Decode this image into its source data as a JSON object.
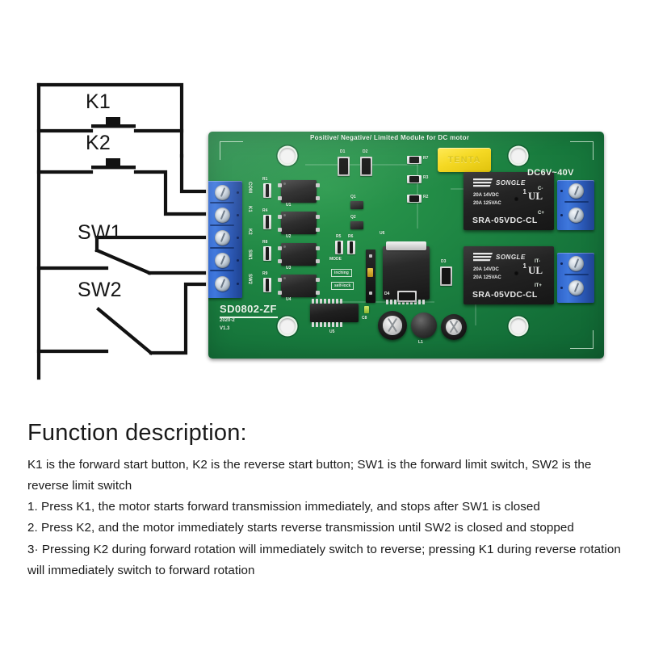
{
  "diagram": {
    "labels": [
      {
        "id": "k1",
        "text": "K1"
      },
      {
        "id": "k2",
        "text": "K2"
      },
      {
        "id": "sw1",
        "text": "SW1"
      },
      {
        "id": "sw2",
        "text": "SW2"
      }
    ]
  },
  "board": {
    "top_silk": "Positive/ Negative/ Limited  Module  for DC motor",
    "part_number": "SD0802-ZF",
    "date_code": "2020-2",
    "version": "V1.3",
    "input_label": "DC6V~40V",
    "left_terminals": [
      "COM",
      "K1",
      "K2",
      "SW1",
      "SW2"
    ],
    "right_terminals_top": [
      "C-",
      "C+"
    ],
    "right_terminals_bottom": [
      "IT-",
      "IT+"
    ],
    "mode": {
      "title": "MODE",
      "option_top": "inching",
      "option_bottom": "self-lock"
    },
    "relays": [
      {
        "brand": "SONGLE",
        "spec1": "20A 14VDC",
        "spec2": "20A 125VAC",
        "part": "SRA-05VDC-CL",
        "ul": "UL",
        "num": "1"
      },
      {
        "brand": "SONGLE",
        "spec1": "20A 14VDC",
        "spec2": "20A 125VAC",
        "part": "SRA-05VDC-CL",
        "ul": "UL",
        "num": "1"
      }
    ],
    "fuse_text": "TENTA",
    "refdes": {
      "optos": [
        "U1",
        "U2",
        "U3",
        "U4"
      ],
      "opto_resistors": [
        "R1",
        "R4",
        "R8",
        "R9"
      ],
      "diodes_top": [
        "D1",
        "D2"
      ],
      "transistors": [
        "Q1",
        "Q2"
      ],
      "mid_resistors": [
        "R5",
        "R6"
      ],
      "right_resistors": [
        "R7",
        "R3",
        "R2"
      ],
      "regulator": "U6",
      "logic_ic": "U5",
      "diode3": "D3",
      "diode4": "D4",
      "cap8": "C8",
      "inductor": "L1"
    },
    "colors": {
      "pcb_green": "#1d8442",
      "terminal_blue": "#2f63c9",
      "fuse_yellow": "#f5d81f",
      "silk_white": "#eaf5ea"
    }
  },
  "description": {
    "heading": "Function description:",
    "paragraphs": [
      "K1 is the forward start button, K2 is the reverse start button; SW1 is the forward limit switch, SW2 is the reverse limit switch",
      "1. Press K1, the motor starts forward transmission immediately, and stops after SW1 is closed",
      "2. Press K2, and the motor immediately starts reverse transmission until SW2 is closed and stopped",
      "3· Pressing K2 during forward rotation will immediately switch to reverse; pressing K1 during reverse rotation will immediately switch to forward rotation"
    ]
  }
}
